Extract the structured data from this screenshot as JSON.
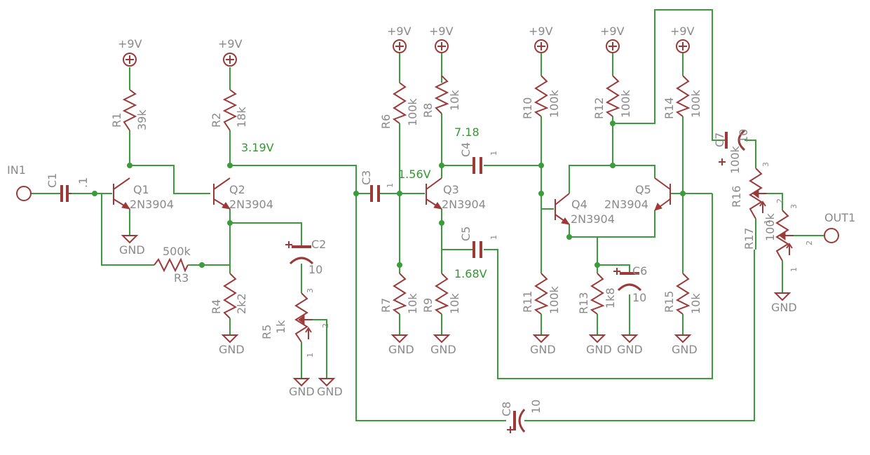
{
  "colors": {
    "wire": "#3a9c3a",
    "symbol": "#9c3a3a",
    "label": "#8a8a8a",
    "voltage": "#2e9a2e"
  },
  "labels": {
    "in": "IN1",
    "out": "OUT1",
    "supply": "+9V",
    "gnd": "GND",
    "part": "2N3904",
    "C1": "C1",
    "C1v": ".1",
    "R1": "R1",
    "R1v": "39k",
    "R2": "R2",
    "R2v": "18k",
    "Q1": "Q1",
    "Q2": "Q2",
    "R3": "R3",
    "R3v": "500k",
    "R4": "R4",
    "R4v": "2k2",
    "C2": "C2",
    "C2v": "10",
    "R5": "R5",
    "R5v": "1k",
    "C3": "C3",
    "C3v": "1",
    "R6": "R6",
    "R6v": "100k",
    "R7": "R7",
    "R7v": "10k",
    "R8": "R8",
    "R8v": "10k",
    "R9": "R9",
    "R9v": "10k",
    "Q3": "Q3",
    "C4": "C4",
    "C4v": "1",
    "C5": "C5",
    "C5v": "1",
    "R10": "R10",
    "R10v": "100k",
    "R11": "R11",
    "R11v": "100k",
    "Q4": "Q4",
    "R12": "R12",
    "R12v": "100k",
    "R13": "R13",
    "R13v": "1k8",
    "C6": "C6",
    "C6v": "10",
    "Q5": "Q5",
    "R14": "R14",
    "R14v": "100k",
    "R15": "R15",
    "R15v": "10k",
    "C7": "C7",
    "C7v": "10",
    "R16": "R16",
    "R16v": "100k",
    "R17": "R17",
    "R17v": "100k",
    "C8": "C8",
    "C8v": "10",
    "pin1": "1",
    "pin2": "2",
    "pin3": "3"
  },
  "voltages": {
    "q2c": "3.19V",
    "q3b": "1.56V",
    "q3c": "7.18",
    "q3e": "1.68V"
  }
}
